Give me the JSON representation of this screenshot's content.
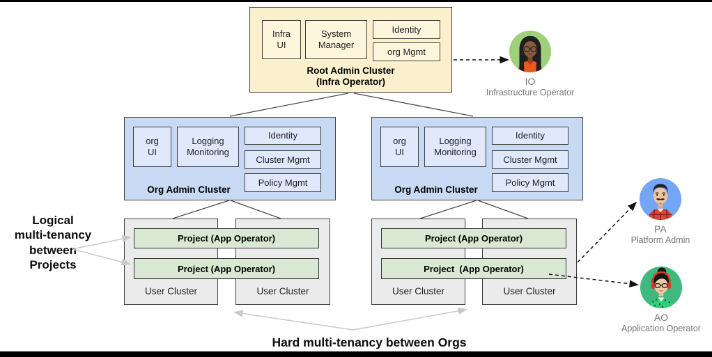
{
  "root_cluster": {
    "title": "Root Admin Cluster\n(Infra Operator)",
    "components": [
      "Infra\nUI",
      "System\nManager",
      "Identity",
      "org Mgmt"
    ]
  },
  "org_clusters": [
    {
      "title": "Org Admin Cluster",
      "components": [
        "org\nUI",
        "Logging\nMonitoring",
        "Identity",
        "Cluster Mgmt",
        "Policy Mgmt"
      ],
      "projects": [
        "Project (App Operator)",
        "Project (App Operator)"
      ],
      "user_clusters": [
        "User Cluster",
        "User Cluster"
      ]
    },
    {
      "title": "Org Admin Cluster",
      "components": [
        "org\nUI",
        "Logging\nMonitoring",
        "Identity",
        "Cluster Mgmt",
        "Policy Mgmt"
      ],
      "projects": [
        "Project (App Operator)",
        "Project  (App Operator)"
      ],
      "user_clusters": [
        "User Cluster",
        "User Cluster"
      ]
    }
  ],
  "personas": [
    {
      "initials": "IO",
      "role": "Infrastructure Operator",
      "bg": "#9fd07c"
    },
    {
      "initials": "PA",
      "role": "Platform Admin",
      "bg": "#74a6f8"
    },
    {
      "initials": "AO",
      "role": "Application Operator",
      "bg": "#3fb97d"
    }
  ],
  "annotations": {
    "logical": "Logical\nmulti-tenancy\nbetween\nProjects",
    "hard": "Hard multi-tenancy between Orgs"
  },
  "colors": {
    "root_cluster_fill": "#fbf0ce",
    "root_component_fill": "#fdf6dd",
    "org_cluster_fill": "#c8d9f3",
    "org_component_fill": "#dfe9fb",
    "user_cluster_fill": "#ebebeb",
    "project_fill": "#d8e8d2",
    "box_border": "#3f3f3f",
    "io_avatar_bg": "#9fd07c",
    "pa_avatar_bg": "#74a6f8",
    "ao_avatar_bg": "#3fb97d",
    "persona_label_color": "#757575",
    "gray_arrow_color": "#c9c9c9",
    "dashed_arrow_color": "#111111"
  }
}
